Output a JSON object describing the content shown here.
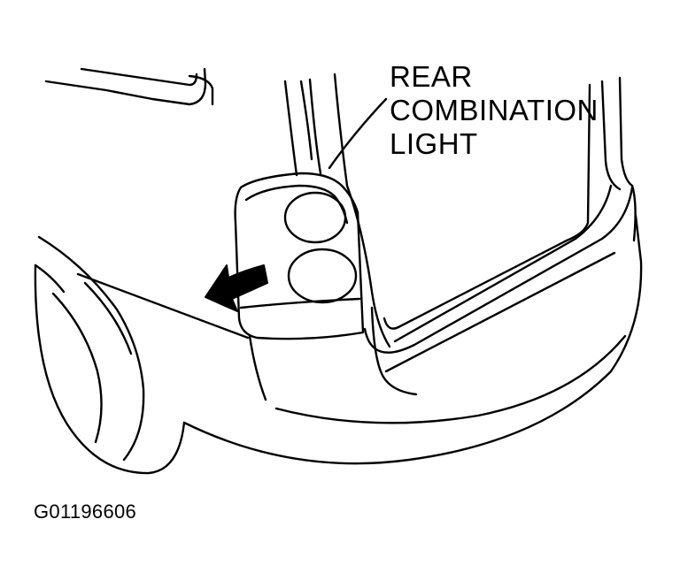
{
  "callout": {
    "line1": "REAR",
    "line2": "COMBINATION",
    "line3": "LIGHT"
  },
  "figure_id": "G01196606",
  "colors": {
    "ink": "#000000",
    "paper": "#ffffff"
  },
  "icons": {
    "direction_arrow": "removal-direction-arrow-icon"
  }
}
